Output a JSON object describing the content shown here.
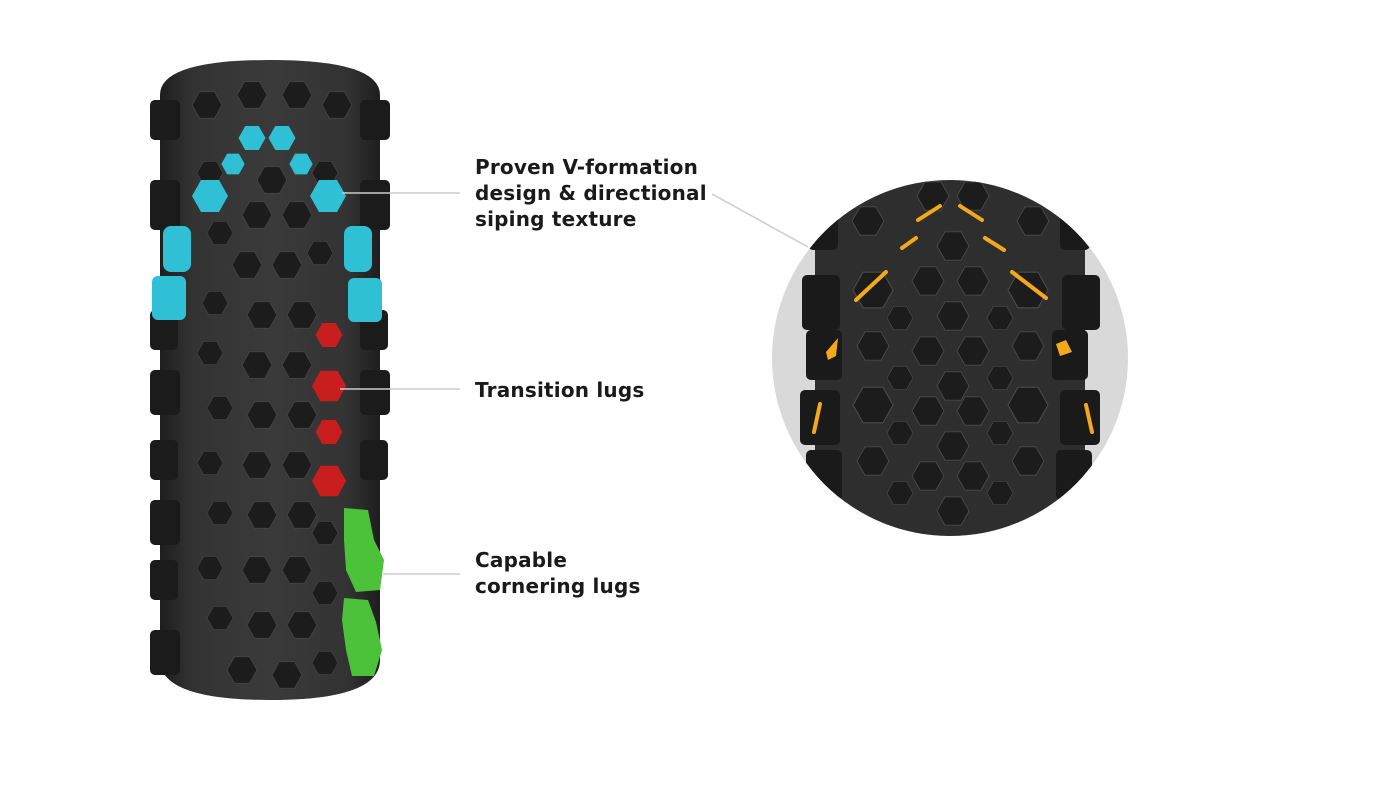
{
  "diagram": {
    "subject": "Gravel tire tread pattern",
    "callouts": [
      {
        "id": "v-formation",
        "text": "Proven V-formation\ndesign & directional\nsiping texture",
        "color": "#2fc0d6"
      },
      {
        "id": "transition",
        "text": "Transition lugs",
        "color": "#c81e1e"
      },
      {
        "id": "cornering",
        "text": "Capable\ncornering lugs",
        "color": "#4cc23a"
      }
    ],
    "detail_view": {
      "highlight_color": "#f5a91a",
      "background": "#d9d9d9"
    },
    "colors": {
      "tire": "#2a2a2a",
      "lug": "#1c1c1c",
      "leader_line": "#cccccc",
      "text": "#1a1a1a"
    }
  }
}
